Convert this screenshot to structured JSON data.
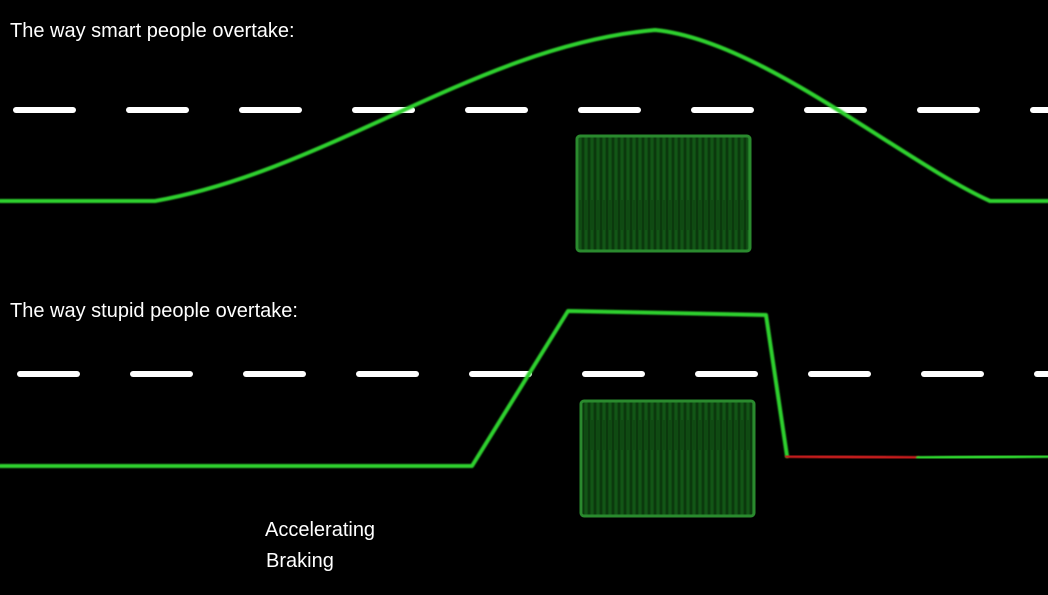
{
  "captions": {
    "smart": "The way smart people overtake:",
    "stupid": "The way stupid people overtake:"
  },
  "legend": {
    "accelerating": "Accelerating",
    "braking": "Braking"
  },
  "colors": {
    "background": "#000000",
    "accelerating": "#2fd12f",
    "braking": "#c41a1a",
    "lane_marking": "#ffffff",
    "car_fill": "#0f4a12",
    "car_border": "#2a8a2e"
  }
}
